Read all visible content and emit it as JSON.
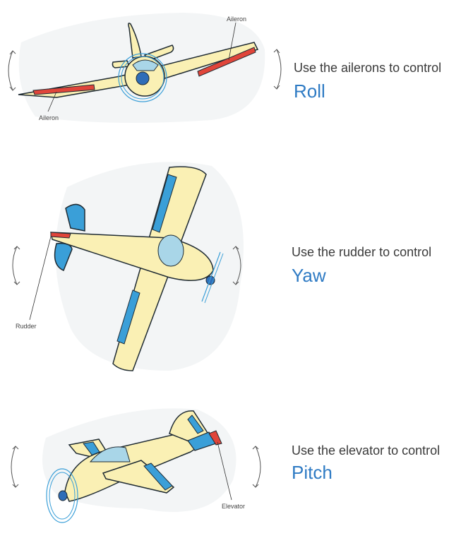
{
  "colors": {
    "body": "#faf0b4",
    "outline": "#1f2b33",
    "control_surface": "#e0453a",
    "blue_part": "#3a9fd8",
    "canopy": "#a9d6e8",
    "accent_text": "#2f7bc4"
  },
  "panels": [
    {
      "id": "roll",
      "caption": "Use the ailerons to control",
      "axis": "Roll",
      "callouts": [
        "Aileron",
        "Aileron"
      ]
    },
    {
      "id": "yaw",
      "caption": "Use the rudder to control",
      "axis": "Yaw",
      "callouts": [
        "Rudder"
      ]
    },
    {
      "id": "pitch",
      "caption": "Use the elevator to control",
      "axis": "Pitch",
      "callouts": [
        "Elevator"
      ]
    }
  ]
}
